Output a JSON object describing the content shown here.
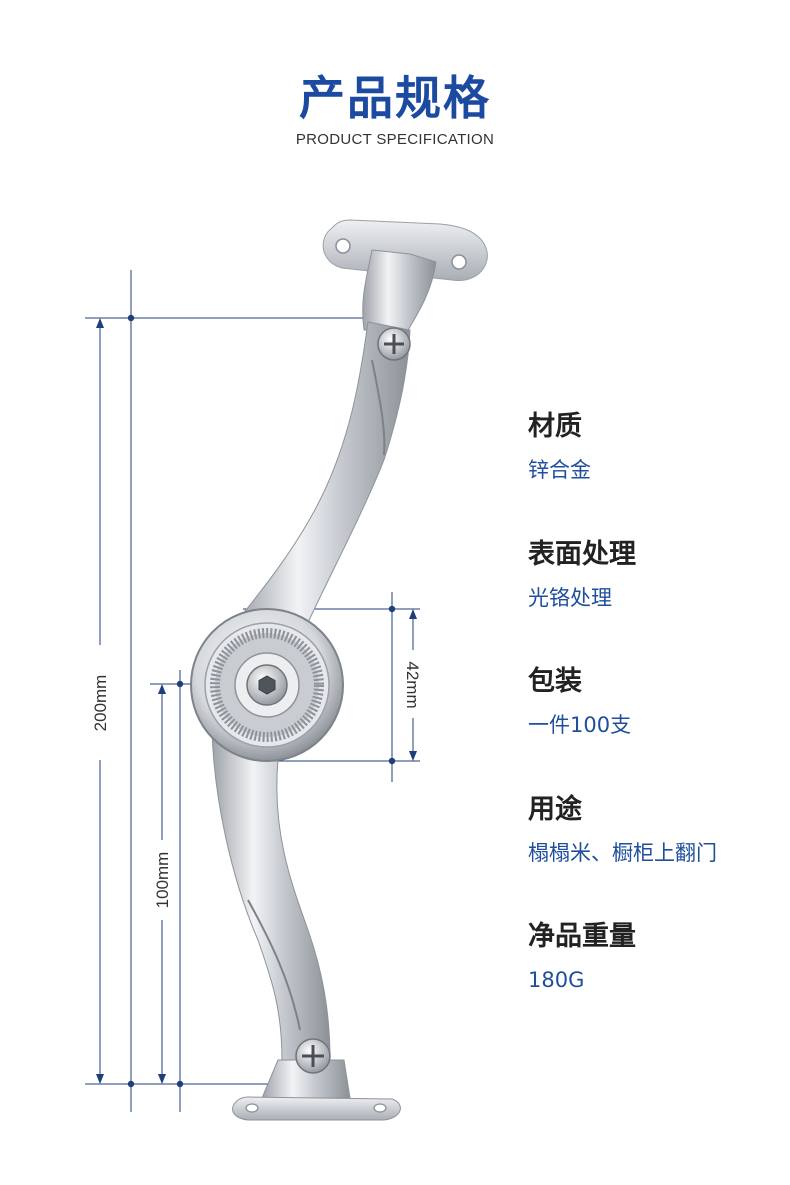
{
  "header": {
    "title": "产品规格",
    "subtitle": "PRODUCT SPECIFICATION"
  },
  "dimensions": {
    "total_height": "200mm",
    "pivot_height": "100mm",
    "disc_diameter": "42mm"
  },
  "specs": [
    {
      "label": "材质",
      "value": "锌合金"
    },
    {
      "label": "表面处理",
      "value": "光铬处理"
    },
    {
      "label": "包装",
      "value": "一件100支"
    },
    {
      "label": "用途",
      "value": "榻榻米、橱柜上翻门"
    },
    {
      "label": "净品重量",
      "value": "180G"
    }
  ],
  "colors": {
    "accent": "#1b4aa0",
    "value_text": "#1f4f9c",
    "dimension_line": "#1f3f7a",
    "metal": "#c8ccd2"
  }
}
